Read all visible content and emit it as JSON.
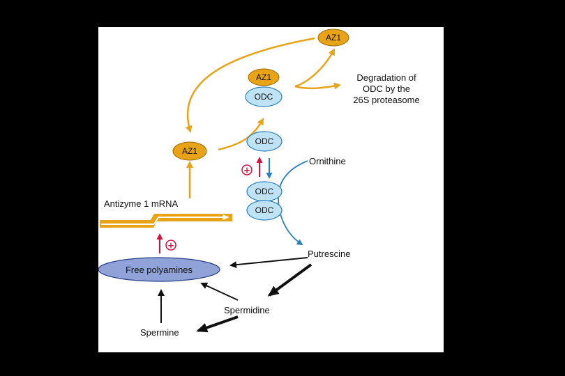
{
  "colors": {
    "background": "#000000",
    "panel": "#ffffff",
    "az1_fill": "#e8a317",
    "odc_fill": "#bfe3f5",
    "odc_stroke": "#2a7fc0",
    "pathway_orange": "#e8a317",
    "pathway_blue": "#2a7fc0",
    "activation_red": "#d4123f",
    "polyamine_fill": "#8fa3d8",
    "text": "#111111"
  },
  "nodes": {
    "az1_top": "AZ1",
    "az1_complex": "AZ1",
    "odc_complex": "ODC",
    "odc_free": "ODC",
    "az1_left": "AZ1",
    "odc_dimer_top": "ODC",
    "odc_dimer_bottom": "ODC",
    "free_polyamines": "Free polyamines"
  },
  "labels": {
    "degradation_line1": "Degradation of",
    "degradation_line2": "ODC by the",
    "degradation_line3": "26S proteasome",
    "ornithine": "Ornithine",
    "antizyme_mrna": "Antizyme 1 mRNA",
    "putrescine": "Putrescine",
    "spermidine": "Spermidine",
    "spermine": "Spermine"
  },
  "symbols": {
    "plus_odc": "+",
    "plus_mrna": "+"
  }
}
